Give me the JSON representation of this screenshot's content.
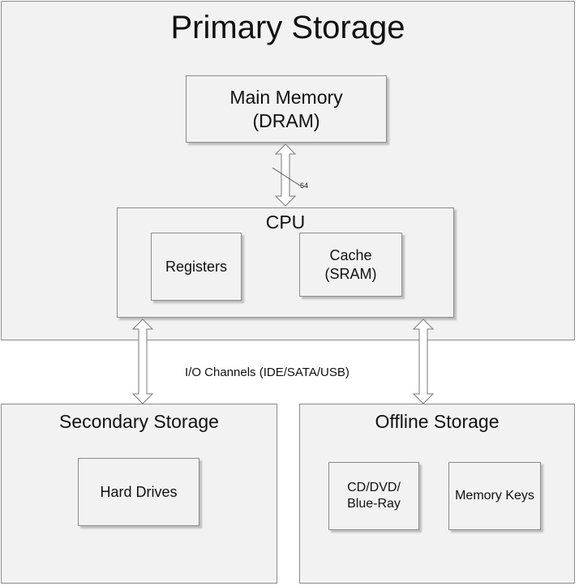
{
  "primary": {
    "title": "Primary Storage",
    "main_memory": {
      "line1": "Main Memory",
      "line2": "(DRAM)"
    },
    "bus_width": "64",
    "cpu": {
      "title": "CPU",
      "registers": "Registers",
      "cache": {
        "line1": "Cache",
        "line2": "(SRAM)"
      }
    }
  },
  "io_channels": "I/O Channels (IDE/SATA/USB)",
  "secondary": {
    "title": "Secondary Storage",
    "hard_drives": "Hard Drives"
  },
  "offline": {
    "title": "Offline Storage",
    "optical": {
      "line1": "CD/DVD/",
      "line2": "Blue-Ray"
    },
    "memory_keys": "Memory Keys"
  },
  "colors": {
    "border": "#8c8c8c",
    "fill": "#f2f2f2",
    "text": "#111111"
  }
}
